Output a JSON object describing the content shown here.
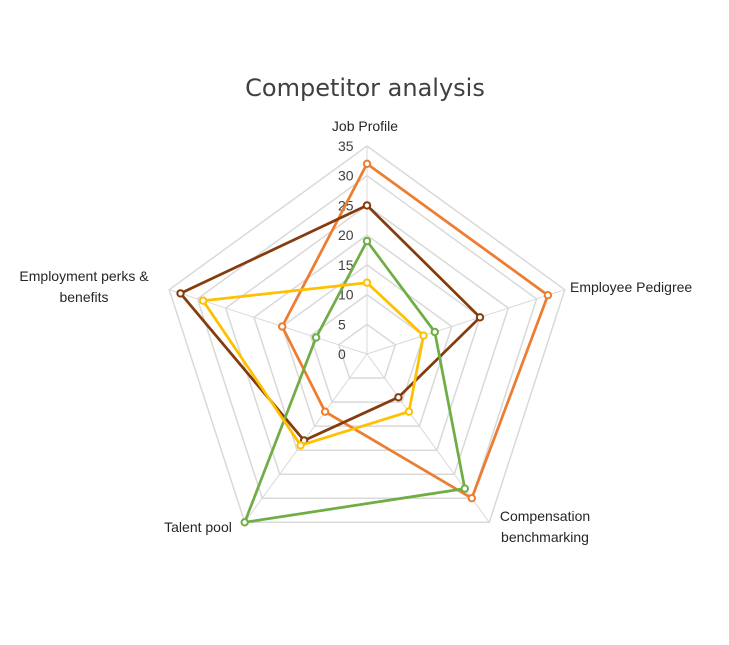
{
  "chart_data": {
    "type": "radar",
    "title": "Competitor analysis",
    "categories": [
      "Job Profile",
      "Employee Pedigree",
      "Compensation benchmarking",
      "Talent pool",
      "Employment perks & benefits"
    ],
    "category_lines": [
      [
        "Job Profile"
      ],
      [
        "Employee Pedigree"
      ],
      [
        "Compensation",
        "benchmarking"
      ],
      [
        "Talent pool"
      ],
      [
        "Employment perks &",
        "benefits"
      ]
    ],
    "ticks": [
      0,
      5,
      10,
      15,
      20,
      25,
      30,
      35
    ],
    "rmax": 35,
    "grid": true,
    "legend": "none",
    "series": [
      {
        "color": "#ED7D31",
        "values": [
          32,
          32,
          30,
          12,
          15
        ]
      },
      {
        "color": "#843C0C",
        "values": [
          25,
          20,
          9,
          18,
          33
        ]
      },
      {
        "color": "#70AD47",
        "values": [
          19,
          12,
          28,
          35,
          9
        ]
      },
      {
        "color": "#FFC000",
        "values": [
          12,
          10,
          12,
          19,
          29
        ]
      }
    ]
  }
}
